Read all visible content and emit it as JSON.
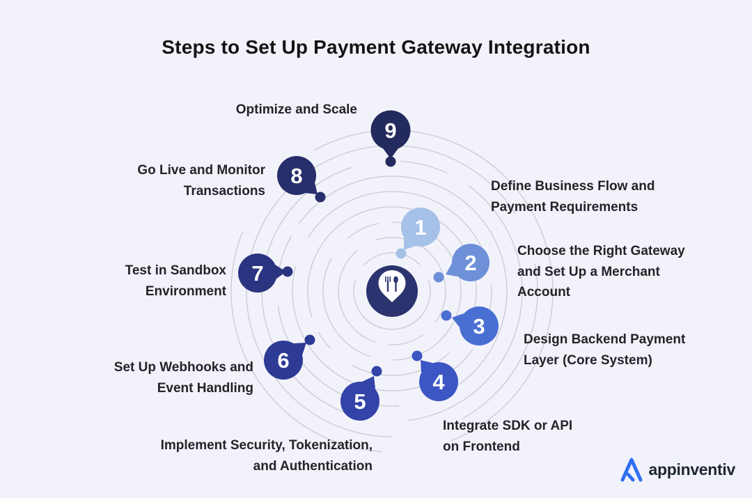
{
  "title": "Steps to Set Up Payment Gateway Integration",
  "colors": {
    "background": "#f2f2fa",
    "ring": "#c9cad4",
    "center_hub": "#2b346e",
    "number_text": "#ffffff",
    "label_text": "#232328",
    "logo_blue": "#2e6ff2"
  },
  "center": {
    "icon": "map-pin-utensils-icon"
  },
  "steps": [
    {
      "num": "1",
      "label": "Define Business Flow and\nPayment Requirements",
      "color": "#a6c1e8"
    },
    {
      "num": "2",
      "label": "Choose the Right Gateway\nand Set Up a Merchant\nAccount",
      "color": "#6e90d9"
    },
    {
      "num": "3",
      "label": "Design Backend Payment\nLayer (Core System)",
      "color": "#4a6fd3"
    },
    {
      "num": "4",
      "label": "Integrate SDK or API\non Frontend",
      "color": "#3c56c4"
    },
    {
      "num": "5",
      "label": "Implement Security, Tokenization,\nand Authentication",
      "color": "#3443a8"
    },
    {
      "num": "6",
      "label": "Set Up Webhooks and\nEvent Handling",
      "color": "#2d3b95"
    },
    {
      "num": "7",
      "label": "Test in Sandbox\nEnvironment",
      "color": "#2b3480"
    },
    {
      "num": "8",
      "label": "Go Live and Monitor\nTransactions",
      "color": "#262e6b"
    },
    {
      "num": "9",
      "label": "Optimize and Scale",
      "color": "#232a5e"
    }
  ],
  "brand": {
    "name": "appinventiv",
    "logo_icon": "appinventiv-a-icon"
  }
}
